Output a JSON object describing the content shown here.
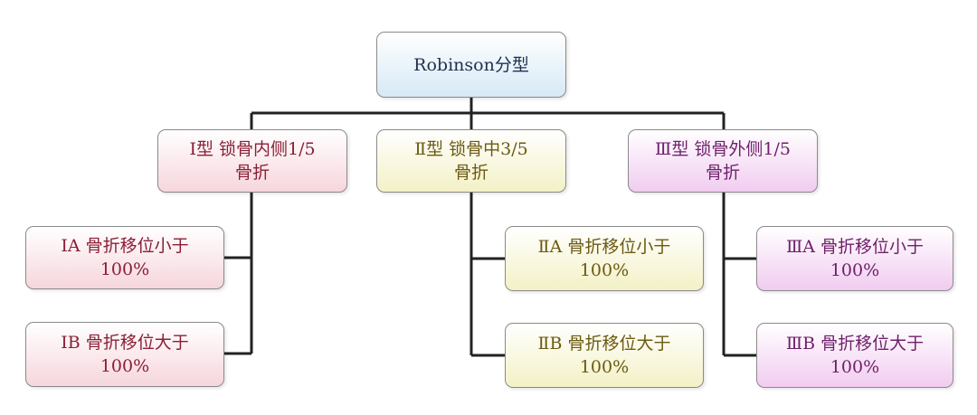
{
  "diagram": {
    "root": {
      "label": "Robinson分型"
    },
    "types": [
      {
        "line1": "Ⅰ型   锁骨内侧1/5",
        "line2": "骨折",
        "color": "#f6d6dd",
        "subtypes": [
          {
            "line1": "ⅠA   骨折移位小于",
            "line2": "100%"
          },
          {
            "line1": "ⅠB   骨折移位大于",
            "line2": "100%"
          }
        ]
      },
      {
        "line1": "Ⅱ型   锁骨中3/5",
        "line2": "骨折",
        "color": "#f3f1c6",
        "subtypes": [
          {
            "line1": "ⅡA   骨折移位小于",
            "line2": "100%"
          },
          {
            "line1": "ⅡB   骨折移位大于",
            "line2": "100%"
          }
        ]
      },
      {
        "line1": "Ⅲ型   锁骨外侧1/5",
        "line2": "骨折",
        "color": "#f1ccf0",
        "subtypes": [
          {
            "line1": "ⅢA   骨折移位小于",
            "line2": "100%"
          },
          {
            "line1": "ⅢB   骨折移位大于",
            "line2": "100%"
          }
        ]
      }
    ],
    "line_color": "#222222"
  }
}
